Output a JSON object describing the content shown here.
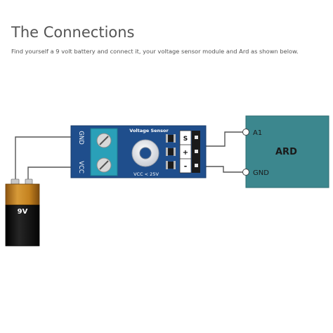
{
  "header": {
    "title": "The Connections",
    "subtitle": "Find yourself a 9 volt battery and connect it,  your voltage sensor module and Ard as shown below."
  },
  "sensor": {
    "title": "Voltage Sensor",
    "rating": "VCC < 25V",
    "terminals": {
      "gnd": "GND",
      "vcc": "VCC"
    },
    "pins": {
      "s": "S",
      "plus": "+",
      "minus": "-"
    }
  },
  "arduino": {
    "label": "ARD",
    "pin_a1": "A1",
    "pin_gnd": "GND"
  },
  "battery": {
    "label": "9V"
  },
  "colors": {
    "sensor_board": "#1f4e8c",
    "arduino_board": "#3c878e",
    "battery_top": "#b8761b",
    "battery_body": "#111111",
    "wire": "#555555"
  }
}
